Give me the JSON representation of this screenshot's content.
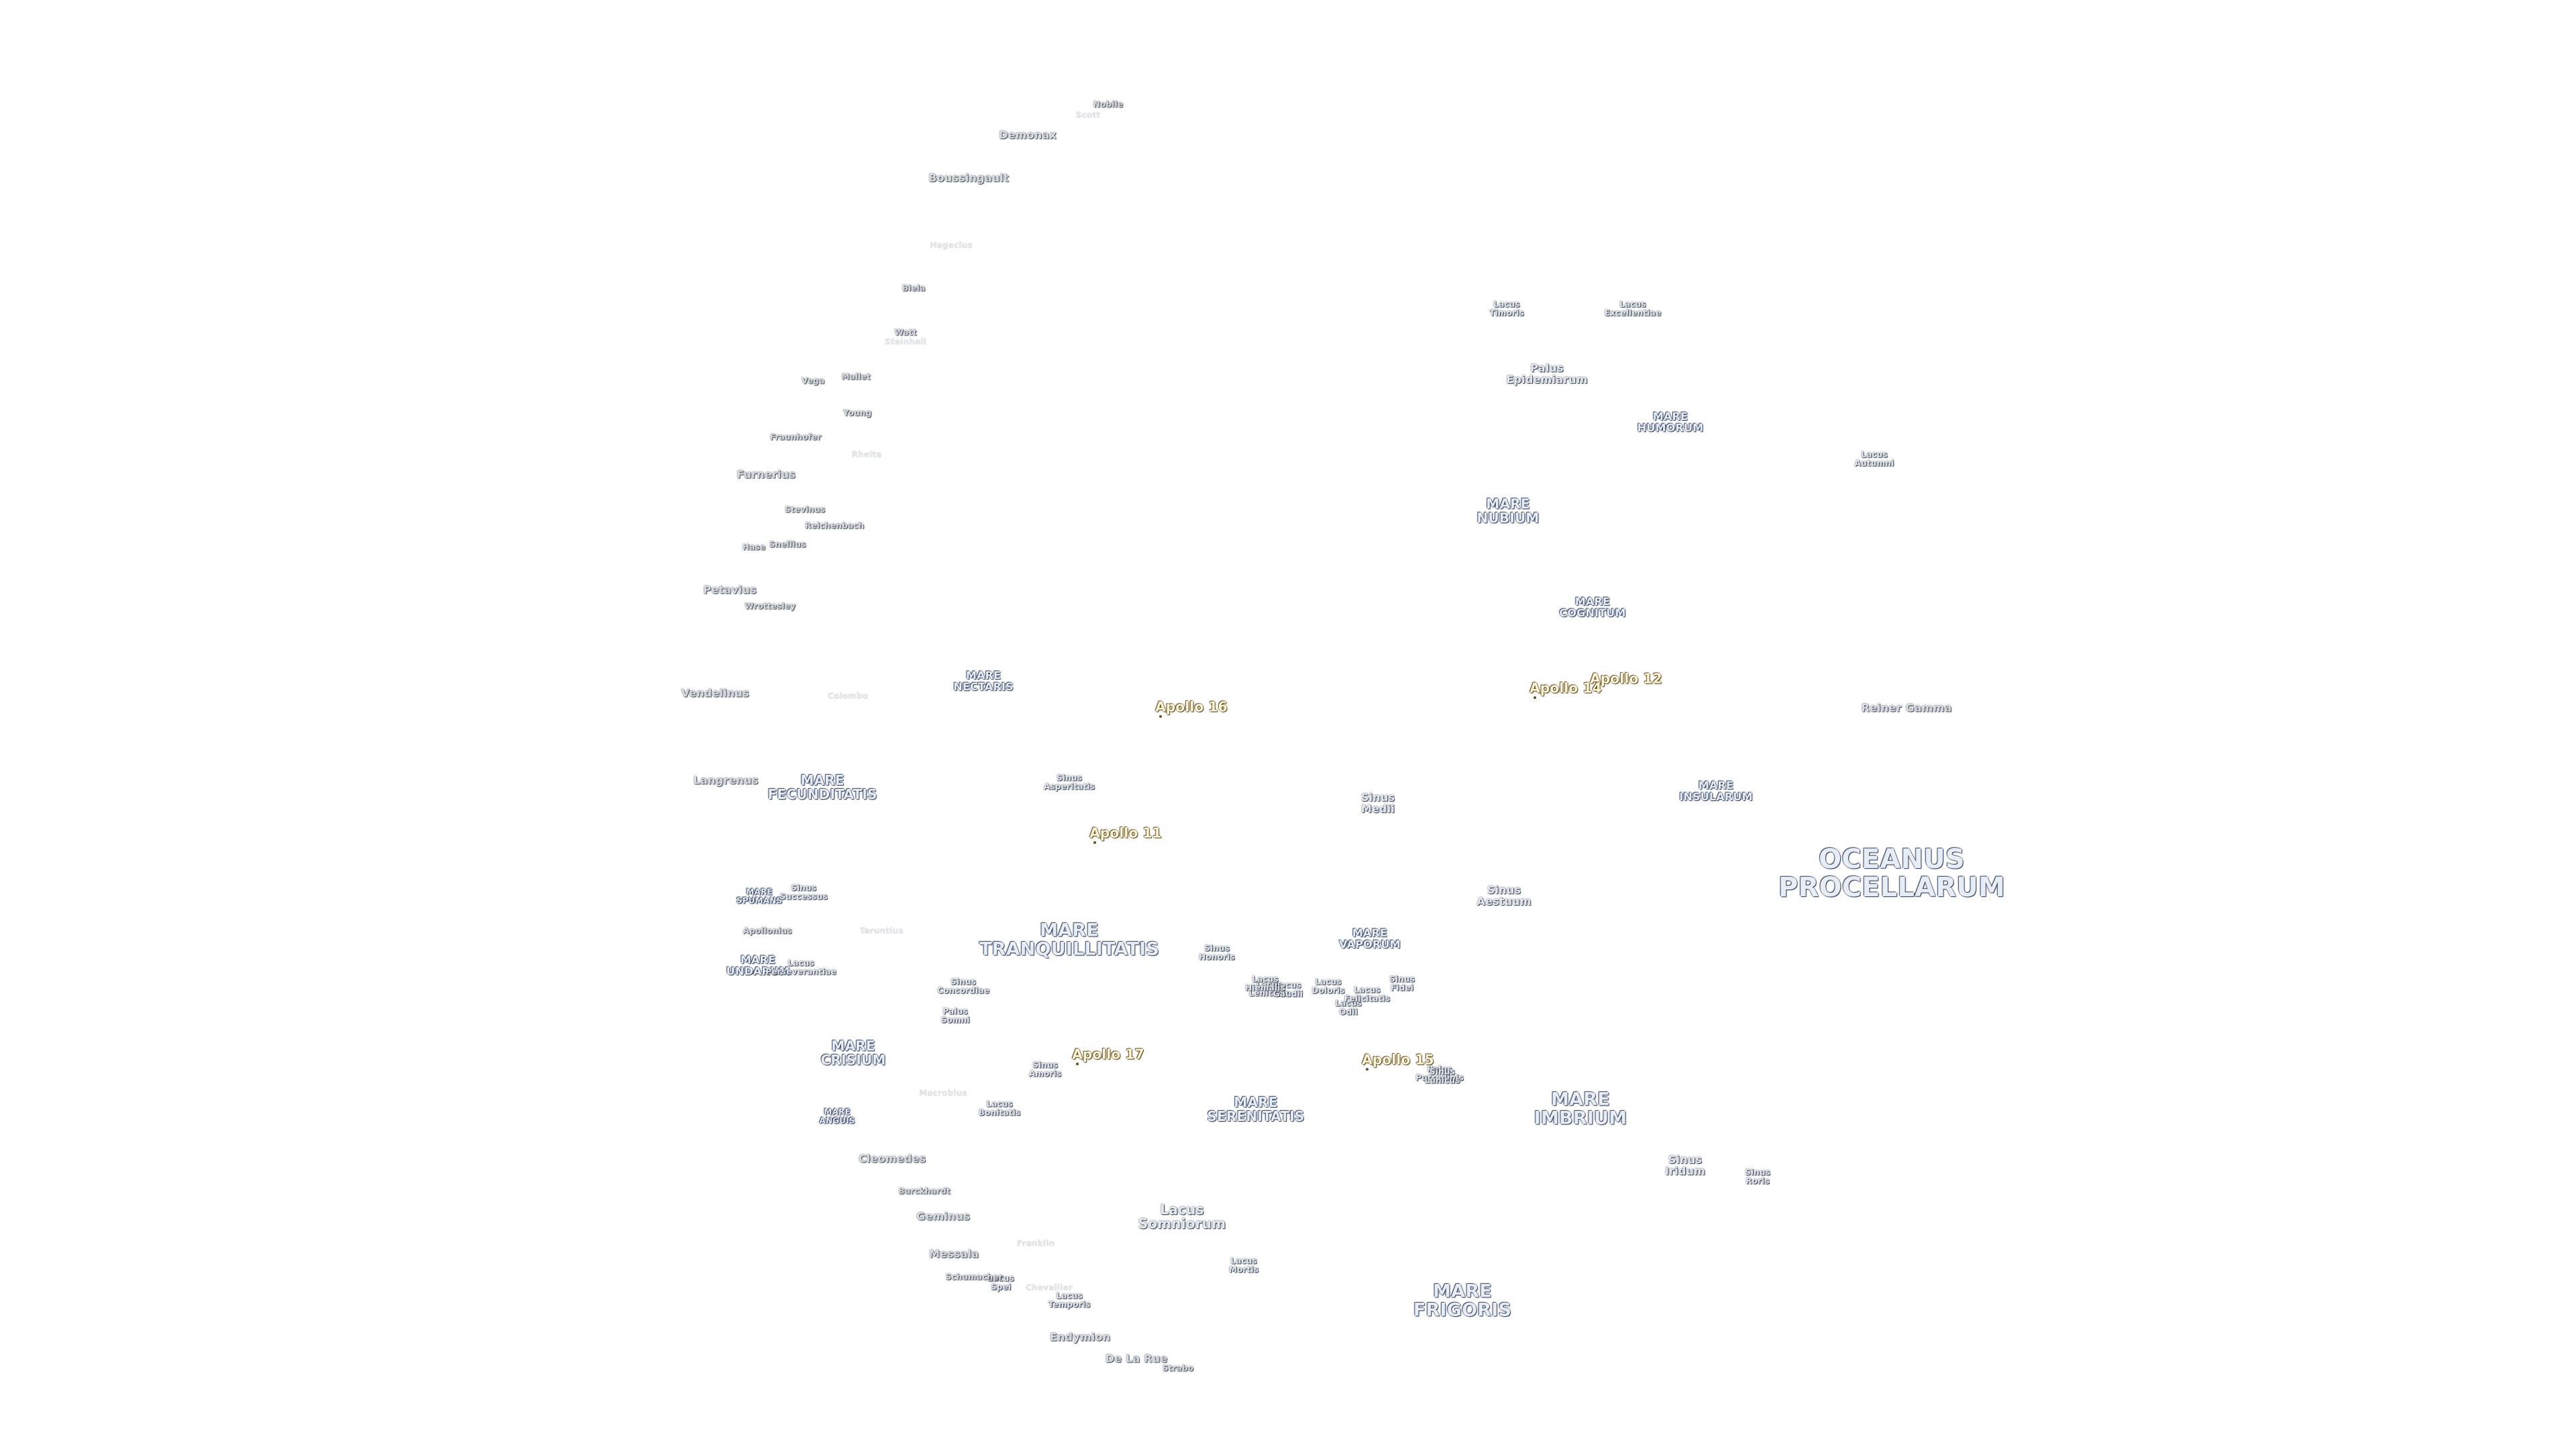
{
  "map": {
    "features": [
      {
        "id": "oceanus-procellarum",
        "label": "OCEANUS\nPROCELLARUM",
        "kind": "mare",
        "size": "xl"
      },
      {
        "id": "mare-imbrium",
        "label": "MARE\nIMBRIUM",
        "kind": "mare",
        "size": "l"
      },
      {
        "id": "mare-frigoris",
        "label": "MARE\nFRIGORIS",
        "kind": "mare",
        "size": "l"
      },
      {
        "id": "mare-tranquillitatis",
        "label": "MARE\nTRANQUILLITATIS",
        "kind": "mare",
        "size": "l"
      },
      {
        "id": "mare-serenitatis",
        "label": "MARE\nSERENITATIS",
        "kind": "mare",
        "size": "m"
      },
      {
        "id": "mare-fecunditatis",
        "label": "MARE\nFECUNDITATIS",
        "kind": "mare",
        "size": "m"
      },
      {
        "id": "mare-crisium",
        "label": "MARE\nCRISIUM",
        "kind": "mare",
        "size": "m"
      },
      {
        "id": "mare-nubium",
        "label": "MARE\nNUBIUM",
        "kind": "mare",
        "size": "m"
      },
      {
        "id": "mare-humorum",
        "label": "MARE\nHUMORUM",
        "kind": "mare",
        "size": "s"
      },
      {
        "id": "mare-insularum",
        "label": "MARE\nINSULARUM",
        "kind": "mare",
        "size": "s"
      },
      {
        "id": "mare-cognitum",
        "label": "MARE\nCOGNITUM",
        "kind": "mare",
        "size": "s"
      },
      {
        "id": "mare-nectaris",
        "label": "MARE\nNECTARIS",
        "kind": "mare",
        "size": "s"
      },
      {
        "id": "mare-vaporum",
        "label": "MARE\nVAPORUM",
        "kind": "mare",
        "size": "s"
      },
      {
        "id": "mare-anguis",
        "label": "MARE\nANGUIS",
        "kind": "mare",
        "size": "xs"
      },
      {
        "id": "mare-spumans",
        "label": "MARE\nSPUMANS",
        "kind": "mare",
        "size": "xs"
      },
      {
        "id": "mare-undarum",
        "label": "MARE\nUNDARUM",
        "kind": "mare",
        "size": "s"
      },
      {
        "id": "palus-epidemiarum",
        "label": "Palus\nEpidemiarum",
        "kind": "minor",
        "size": "s"
      },
      {
        "id": "palus-putredinis",
        "label": "Palus\nPutredinis",
        "kind": "minor",
        "size": "xs"
      },
      {
        "id": "palus-somni",
        "label": "Palus\nSomni",
        "kind": "minor",
        "size": "xs"
      },
      {
        "id": "lacus-somniorum",
        "label": "Lacus\nSomniorum",
        "kind": "minor",
        "size": "m"
      },
      {
        "id": "lacus-timoris",
        "label": "Lacus\nTimoris",
        "kind": "minor",
        "size": "xs"
      },
      {
        "id": "lacus-excellentiae",
        "label": "Lacus\nExcellentiae",
        "kind": "minor",
        "size": "xs"
      },
      {
        "id": "lacus-autumni",
        "label": "Lacus\nAutumni",
        "kind": "minor",
        "size": "xs"
      },
      {
        "id": "lacus-mortis",
        "label": "Lacus\nMortis",
        "kind": "minor",
        "size": "xs"
      },
      {
        "id": "lacus-temporis",
        "label": "Lacus\nTemporis",
        "kind": "minor",
        "size": "xs"
      },
      {
        "id": "lacus-bonitatis",
        "label": "Lacus\nBonitatis",
        "kind": "minor",
        "size": "xs"
      },
      {
        "id": "lacus-perseverantiae",
        "label": "Lacus\nPerseverantiae",
        "kind": "minor",
        "size": "xs"
      },
      {
        "id": "lacus-lenitatis",
        "label": "Lacus\nLenitatis",
        "kind": "minor",
        "size": "xs"
      },
      {
        "id": "lacus-doloris",
        "label": "Lacus\nDoloris",
        "kind": "minor",
        "size": "xs"
      },
      {
        "id": "lacus-gaudii",
        "label": "Lacus\nGaudii",
        "kind": "minor",
        "size": "xs"
      },
      {
        "id": "lacus-hiemalis",
        "label": "Lacus\nHiemalis",
        "kind": "minor",
        "size": "xs"
      },
      {
        "id": "lacus-odii",
        "label": "Lacus\nOdii",
        "kind": "minor",
        "size": "xs"
      },
      {
        "id": "lacus-felicitatis",
        "label": "Lacus\nFelicitatis",
        "kind": "minor",
        "size": "xs"
      },
      {
        "id": "lacus-spei",
        "label": "Lacus\nSpei",
        "kind": "minor",
        "size": "xs"
      },
      {
        "id": "sinus-medii",
        "label": "Sinus\nMedii",
        "kind": "minor",
        "size": "s"
      },
      {
        "id": "sinus-aestuum",
        "label": "Sinus\nAestuum",
        "kind": "minor",
        "size": "s"
      },
      {
        "id": "sinus-iridum",
        "label": "Sinus\nIridum",
        "kind": "minor",
        "size": "s"
      },
      {
        "id": "sinus-roris",
        "label": "Sinus\nRoris",
        "kind": "minor",
        "size": "xs"
      },
      {
        "id": "sinus-asperitatis",
        "label": "Sinus\nAsperitatis",
        "kind": "minor",
        "size": "xs"
      },
      {
        "id": "sinus-concordiae",
        "label": "Sinus\nConcordiae",
        "kind": "minor",
        "size": "xs"
      },
      {
        "id": "sinus-amoris",
        "label": "Sinus\nAmoris",
        "kind": "minor",
        "size": "xs"
      },
      {
        "id": "sinus-honoris",
        "label": "Sinus\nHonoris",
        "kind": "minor",
        "size": "xs"
      },
      {
        "id": "sinus-successus",
        "label": "Sinus\nSuccessus",
        "kind": "minor",
        "size": "xs"
      },
      {
        "id": "sinus-lunicus",
        "label": "Sinus\nLunicus",
        "kind": "minor",
        "size": "xs"
      },
      {
        "id": "sinus-fidei",
        "label": "Sinus\nFidei",
        "kind": "minor",
        "size": "xs"
      },
      {
        "id": "apollo-11",
        "label": "Apollo 11",
        "kind": "apollo",
        "size": "m"
      },
      {
        "id": "apollo-12",
        "label": "Apollo 12",
        "kind": "apollo",
        "size": "m"
      },
      {
        "id": "apollo-14",
        "label": "Apollo 14",
        "kind": "apollo",
        "size": "m"
      },
      {
        "id": "apollo-15",
        "label": "Apollo 15",
        "kind": "apollo",
        "size": "m"
      },
      {
        "id": "apollo-16",
        "label": "Apollo 16",
        "kind": "apollo",
        "size": "m"
      },
      {
        "id": "apollo-17",
        "label": "Apollo 17",
        "kind": "apollo",
        "size": "m"
      },
      {
        "id": "reiner-gamma",
        "label": "Reiner Gamma",
        "kind": "crater",
        "size": "s"
      },
      {
        "id": "demonax",
        "label": "Demonax",
        "kind": "crater",
        "size": "s"
      },
      {
        "id": "boussingault",
        "label": "Boussingault",
        "kind": "crater",
        "size": "s"
      },
      {
        "id": "scott",
        "label": "Scott",
        "kind": "faint",
        "size": "xs"
      },
      {
        "id": "nobile",
        "label": "Nobile",
        "kind": "crater",
        "size": "xs"
      },
      {
        "id": "hagecius",
        "label": "Hagecius",
        "kind": "faint",
        "size": "xs"
      },
      {
        "id": "biela",
        "label": "Biela",
        "kind": "crater",
        "size": "xs"
      },
      {
        "id": "watt",
        "label": "Watt",
        "kind": "crater",
        "size": "xs"
      },
      {
        "id": "steinheil",
        "label": "Steinheil",
        "kind": "faint",
        "size": "xs"
      },
      {
        "id": "vega",
        "label": "Vega",
        "kind": "crater",
        "size": "xs"
      },
      {
        "id": "mallet",
        "label": "Mallet",
        "kind": "crater",
        "size": "xs"
      },
      {
        "id": "young",
        "label": "Young",
        "kind": "crater",
        "size": "xs"
      },
      {
        "id": "fraunhofer",
        "label": "Fraunhofer",
        "kind": "crater",
        "size": "xs"
      },
      {
        "id": "rheita",
        "label": "Rheita",
        "kind": "faint",
        "size": "xs"
      },
      {
        "id": "furnerius",
        "label": "Furnerius",
        "kind": "crater",
        "size": "s"
      },
      {
        "id": "stevinus",
        "label": "Stevinus",
        "kind": "crater",
        "size": "xs"
      },
      {
        "id": "reichenbach",
        "label": "Reichenbach",
        "kind": "crater",
        "size": "xs"
      },
      {
        "id": "hase",
        "label": "Hase",
        "kind": "crater",
        "size": "xs"
      },
      {
        "id": "snellius",
        "label": "Snellius",
        "kind": "crater",
        "size": "xs"
      },
      {
        "id": "petavius",
        "label": "Petavius",
        "kind": "crater",
        "size": "s"
      },
      {
        "id": "wrottesley",
        "label": "Wrottesley",
        "kind": "crater",
        "size": "xs"
      },
      {
        "id": "vendelinus",
        "label": "Vendelinus",
        "kind": "crater",
        "size": "s"
      },
      {
        "id": "colombo",
        "label": "Colombo",
        "kind": "faint",
        "size": "xs"
      },
      {
        "id": "langrenus",
        "label": "Langrenus",
        "kind": "crater",
        "size": "s"
      },
      {
        "id": "apollonius",
        "label": "Apollonius",
        "kind": "crater",
        "size": "xs"
      },
      {
        "id": "taruntius",
        "label": "Taruntius",
        "kind": "faint",
        "size": "xs"
      },
      {
        "id": "cleomedes",
        "label": "Cleomedes",
        "kind": "crater",
        "size": "s"
      },
      {
        "id": "macrobius",
        "label": "Macrobius",
        "kind": "faint",
        "size": "xs"
      },
      {
        "id": "burckhardt",
        "label": "Burckhardt",
        "kind": "crater",
        "size": "xs"
      },
      {
        "id": "geminus",
        "label": "Geminus",
        "kind": "crater",
        "size": "s"
      },
      {
        "id": "franklin",
        "label": "Franklin",
        "kind": "faint",
        "size": "xs"
      },
      {
        "id": "messala",
        "label": "Messala",
        "kind": "crater",
        "size": "s"
      },
      {
        "id": "schumacher",
        "label": "Schumacher",
        "kind": "crater",
        "size": "xs"
      },
      {
        "id": "chevallier",
        "label": "Chevallier",
        "kind": "faint",
        "size": "xs"
      },
      {
        "id": "endymion",
        "label": "Endymion",
        "kind": "crater",
        "size": "s"
      },
      {
        "id": "de-la-rue",
        "label": "De La Rue",
        "kind": "crater",
        "size": "s"
      },
      {
        "id": "strabo",
        "label": "Strabo",
        "kind": "crater",
        "size": "xs"
      }
    ]
  }
}
